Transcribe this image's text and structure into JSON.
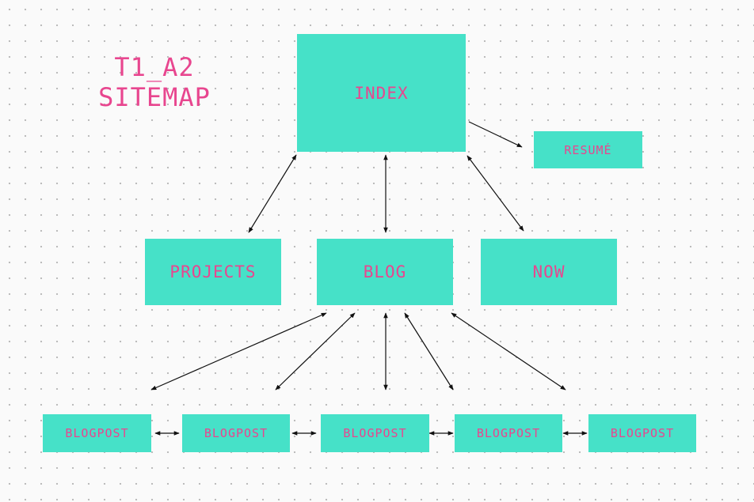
{
  "title": {
    "line1": "T1_A2",
    "line2": "SITEMAP"
  },
  "nodes": {
    "index": "INDEX",
    "resume": "RESUMÉ",
    "projects": "PROJECTS",
    "blog": "BLOG",
    "now": "NOW",
    "blogposts": [
      "BLOGPOST",
      "BLOGPOST",
      "BLOGPOST",
      "BLOGPOST",
      "BLOGPOST"
    ]
  },
  "colors": {
    "node_fill": "#46e1c8",
    "text": "#e8468f",
    "arrow": "#111111"
  }
}
